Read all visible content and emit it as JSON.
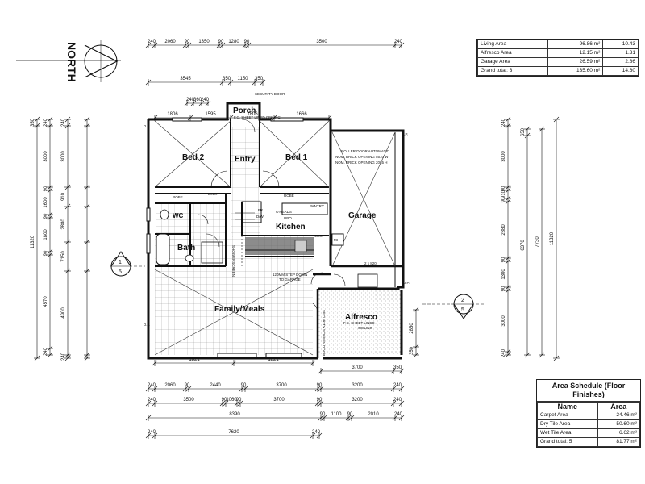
{
  "north": {
    "label": "NORTH"
  },
  "rooms": {
    "bed2": "Bed 2",
    "entry": "Entry",
    "bed1": "Bed 1",
    "porch": "Porch",
    "garage": "Garage",
    "wc": "WC",
    "kitchen": "Kitchen",
    "bath": "Bath",
    "family": "Family/Meals",
    "alfresco": "Alfresco"
  },
  "notes": {
    "security_door": "SECURITY DOOR",
    "roller1": "ROLLER DOOR  AUTOMATIC",
    "roller2": "NOM. BRICK OPENING 5510 W",
    "roller3": "NOM. BRICK OPENING 2065 H",
    "step_down1": "120MM STEP DOWN",
    "step_down2": "TO GARAGE",
    "alfresco_ceiling1": "F.C. SHEET LINED",
    "alfresco_ceiling2": "CEILING",
    "porch_ceiling": "F.C. SHEET LINED CEILING",
    "robe": "ROBE",
    "linen": "LINEN",
    "pantry": "PANTRY",
    "fr": "FR",
    "dw": "D/W",
    "ubo": "UBO",
    "mh": "MH",
    "wm": "W.M.",
    "overheads": "O'HEADS",
    "showerscreen": "SHOWERSCREEN",
    "security_screen": "SECURITY SCREEN DOOR",
    "hwu": "2 x 820",
    "dp": "D.P."
  },
  "top_dims": {
    "row1": [
      "240",
      "2060",
      "90",
      "1350",
      "90",
      "1280",
      "90",
      "3500",
      "240"
    ],
    "row2": [
      "3545",
      "350",
      "1150",
      "350"
    ],
    "porch_small": [
      "240",
      "360",
      "240"
    ],
    "room_widths": [
      "1806",
      "1595",
      "1806",
      "1666"
    ]
  },
  "left_dims": {
    "col1": [
      "240",
      "3000",
      "90",
      "1600",
      "90",
      "1800",
      "90",
      "4570",
      "240"
    ],
    "col2": [
      "240",
      "3000",
      "910",
      "2880",
      "7150",
      "4900",
      "240"
    ],
    "col3": [
      "350",
      "240",
      "11320"
    ]
  },
  "right_dims": {
    "col1": [
      "240",
      "3000",
      "90",
      "910",
      "90",
      "2880",
      "90",
      "1300",
      "90",
      "3000",
      "240"
    ],
    "col2": [
      "650",
      "6370",
      "7730"
    ],
    "col3": [
      "11320"
    ],
    "alfresco": [
      "2850",
      "350"
    ]
  },
  "bottom_dims": {
    "alf_row": [
      "3700",
      "350"
    ],
    "row1": [
      "240",
      "2060",
      "90",
      "2440",
      "90",
      "3700",
      "90",
      "3200",
      "240"
    ],
    "row2": [
      "240",
      "3500",
      "90",
      "1060",
      "90",
      "3700",
      "90",
      "3200",
      "240"
    ],
    "row3": [
      "8390",
      "90",
      "1100",
      "90",
      "2010",
      "240"
    ],
    "row4": [
      "240",
      "7620",
      "240"
    ],
    "bottom_opening": [
      "1821",
      "1821"
    ]
  },
  "section_markers": [
    {
      "top": "1",
      "bottom": "5"
    },
    {
      "top": "2",
      "bottom": "5"
    }
  ],
  "area_schedule_top": {
    "rows": [
      [
        "Living Area",
        "96.86 m²",
        "10.43"
      ],
      [
        "Alfresco Area",
        "12.15 m²",
        "1.31"
      ],
      [
        "Garage Area",
        "26.59 m²",
        "2.86"
      ],
      [
        "Grand total: 3",
        "135.60 m²",
        "14.60"
      ]
    ]
  },
  "area_schedule_bottom": {
    "title": "Area Schedule (Floor Finishes)",
    "headers": [
      "Name",
      "Area"
    ],
    "rows": [
      [
        "Carpet Area",
        "24.46 m²"
      ],
      [
        "Dry Tile Area",
        "50.60 m²"
      ],
      [
        "Wet Tile Area",
        "6.62 m²"
      ],
      [
        "Grand total: 5",
        "81.77 m²"
      ]
    ]
  }
}
